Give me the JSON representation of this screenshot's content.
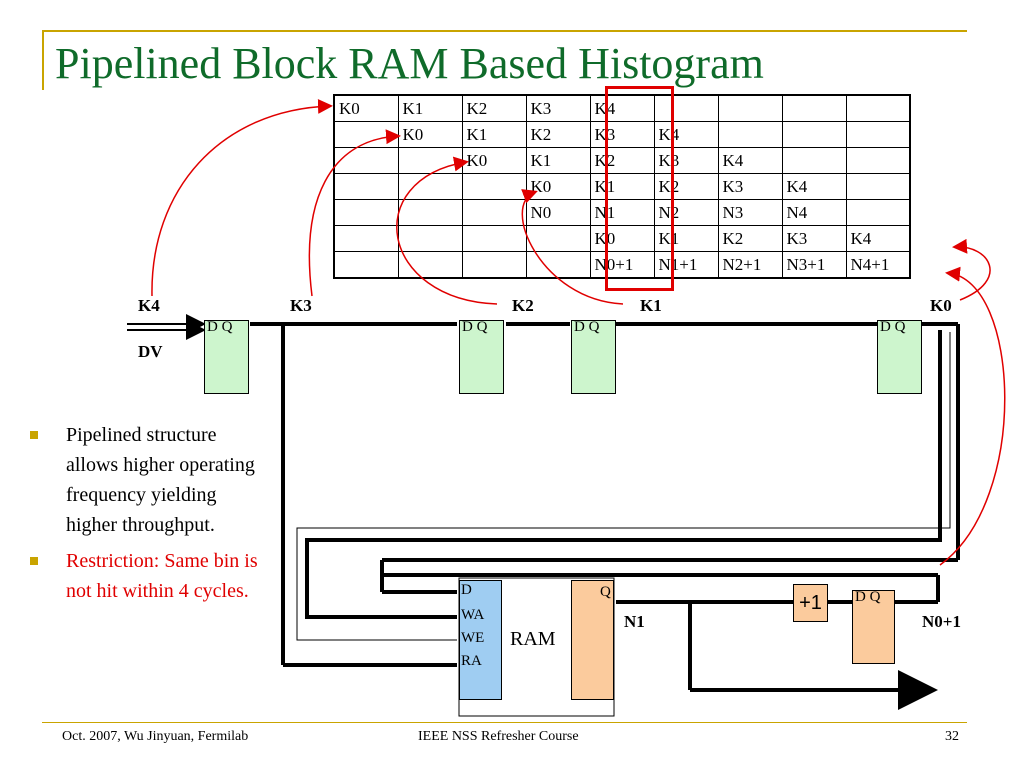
{
  "title": "Pipelined Block RAM Based Histogram",
  "table": {
    "rows": [
      [
        "K0",
        "K1",
        "K2",
        "K3",
        "K4",
        "",
        "",
        "",
        ""
      ],
      [
        "",
        "K0",
        "K1",
        "K2",
        "K3",
        "K4",
        "",
        "",
        ""
      ],
      [
        "",
        "",
        "K0",
        "K1",
        "K2",
        "K3",
        "K4",
        "",
        ""
      ],
      [
        "",
        "",
        "",
        "K0",
        "K1",
        "K2",
        "K3",
        "K4",
        ""
      ],
      [
        "",
        "",
        "",
        "N0",
        "N1",
        "N2",
        "N3",
        "N4",
        ""
      ],
      [
        "",
        "",
        "",
        "",
        "K0",
        "K1",
        "K2",
        "K3",
        "K4"
      ],
      [
        "",
        "",
        "",
        "",
        "N0+1",
        "N1+1",
        "N2+1",
        "N3+1",
        "N4+1"
      ]
    ]
  },
  "labels": {
    "k4": "K4",
    "k3": "K3",
    "k2": "K2",
    "k1": "K1",
    "k0": "K0",
    "dv": "DV",
    "n1": "N1",
    "n0p1": "N0+1"
  },
  "registers": {
    "dq": "D  Q"
  },
  "ram": {
    "name": "RAM",
    "pin_d": "D",
    "pin_wa": "WA",
    "pin_we": "WE",
    "pin_ra": "RA",
    "pin_q": "Q"
  },
  "adder": {
    "label": "+1"
  },
  "bullets": [
    {
      "text": "Pipelined structure allows higher operating frequency yielding higher throughput.",
      "color": "#000000"
    },
    {
      "text": "Restriction: Same bin is not hit within 4 cycles.",
      "color": "#e00000"
    }
  ],
  "footer": {
    "left": "Oct. 2007, Wu Jinyuan, Fermilab",
    "center": "IEEE NSS Refresher Course",
    "right": "32"
  },
  "colors": {
    "title": "#0f6b2a",
    "accent": "#c9a400",
    "highlight": "#e00000",
    "register": "#cdf5cd",
    "ram_left": "#9fcdf2",
    "ram_right": "#fbcb9d"
  }
}
